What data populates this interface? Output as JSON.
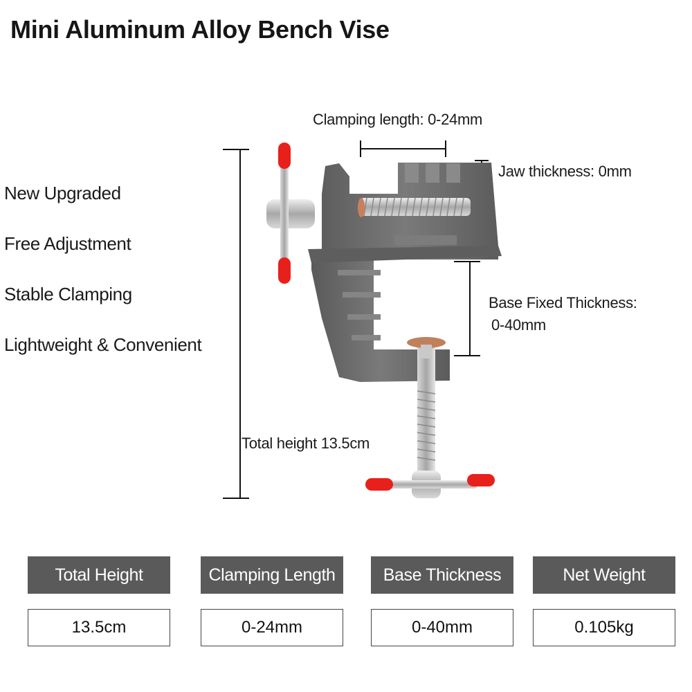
{
  "title": "Mini Aluminum Alloy Bench Vise",
  "features": [
    "New Upgraded",
    "Free Adjustment",
    "Stable Clamping",
    "Lightweight & Convenient"
  ],
  "annotations": {
    "clamping_length": "Clamping length: 0-24mm",
    "jaw_thickness": "Jaw thickness: 0mm",
    "base_fixed_thickness_line1": "Base Fixed Thickness:",
    "base_fixed_thickness_line2": "0-40mm",
    "total_height": "Total height 13.5cm"
  },
  "specs": [
    {
      "label": "Total Height",
      "value": "13.5cm"
    },
    {
      "label": "Clamping Length",
      "value": "0-24mm"
    },
    {
      "label": "Base Thickness",
      "value": "0-40mm"
    },
    {
      "label": "Net Weight",
      "value": "0.105kg"
    }
  ],
  "colors": {
    "spec_header_bg": "#5a5a5a",
    "vise_body": "#6e6e6e",
    "handle_caps": "#e8201c",
    "screw": "#c9c9c9",
    "copper_pad": "#c0805c"
  }
}
